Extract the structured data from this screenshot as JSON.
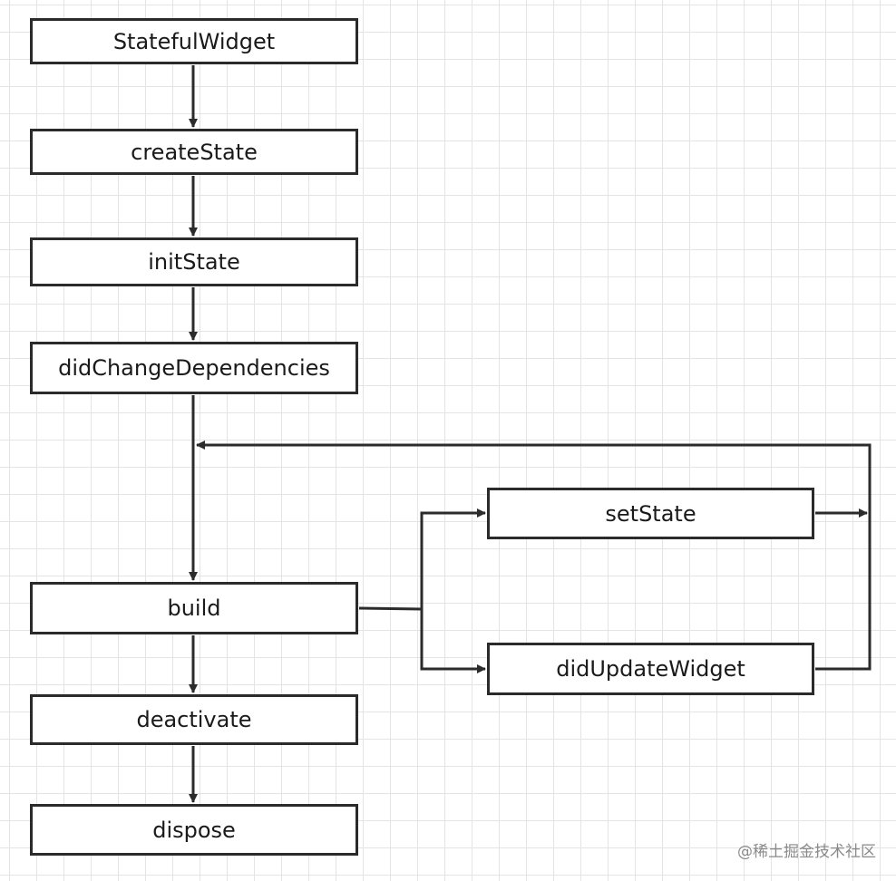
{
  "diagram": {
    "nodes": {
      "stateful_widget": "StatefulWidget",
      "create_state": "createState",
      "init_state": "initState",
      "did_change_dependencies": "didChangeDependencies",
      "build": "build",
      "deactivate": "deactivate",
      "dispose": "dispose",
      "set_state": "setState",
      "did_update_widget": "didUpdateWidget"
    },
    "edges": [
      {
        "from": "StatefulWidget",
        "to": "createState"
      },
      {
        "from": "createState",
        "to": "initState"
      },
      {
        "from": "initState",
        "to": "didChangeDependencies"
      },
      {
        "from": "didChangeDependencies",
        "to": "build"
      },
      {
        "from": "build",
        "to": "deactivate"
      },
      {
        "from": "deactivate",
        "to": "dispose"
      },
      {
        "from": "build",
        "to": "setState"
      },
      {
        "from": "build",
        "to": "didUpdateWidget"
      },
      {
        "from": "setState",
        "to": "build"
      },
      {
        "from": "didUpdateWidget",
        "to": "build"
      }
    ],
    "colors": {
      "stroke": "#2b2b2b",
      "grid": "#e4e4e4",
      "background": "#ffffff"
    }
  },
  "watermark": "@稀土掘金技术社区"
}
